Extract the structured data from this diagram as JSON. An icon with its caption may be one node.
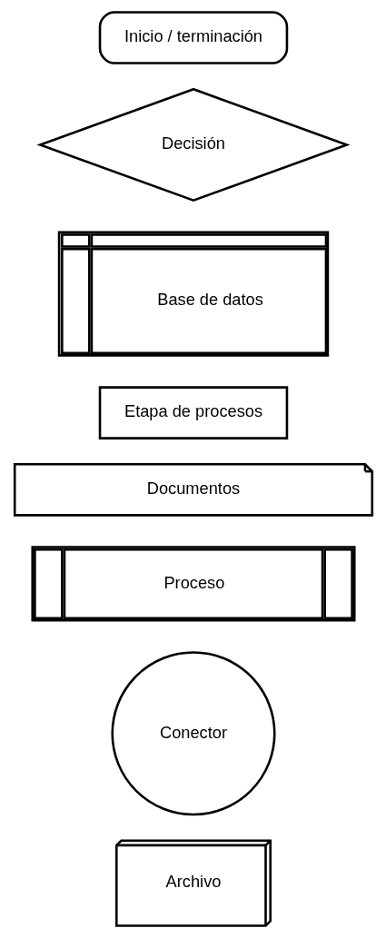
{
  "diagram": {
    "nodes": [
      {
        "text": [
          "Inicio / terminación"
        ]
      },
      {
        "text": [
          "Decisión"
        ]
      },
      {
        "text": [
          "Base de datos"
        ]
      },
      {
        "text": [
          "Etapa de procesos"
        ]
      },
      {
        "text": [
          "Documentos"
        ]
      },
      {
        "text": [
          "Proceso"
        ]
      },
      {
        "text": [
          "Conector"
        ]
      },
      {
        "text": [
          "Archivo"
        ]
      }
    ]
  }
}
